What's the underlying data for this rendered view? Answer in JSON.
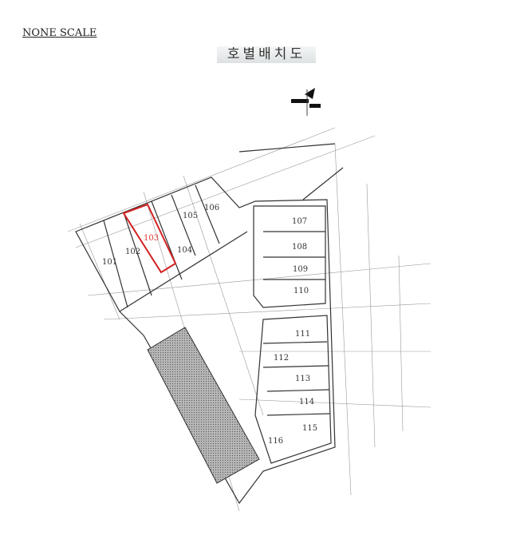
{
  "header": {
    "scale_note": "NONE SCALE",
    "title": "호별배치도"
  },
  "units": [
    {
      "label": "101"
    },
    {
      "label": "102"
    },
    {
      "label": "103",
      "highlighted": true
    },
    {
      "label": "104"
    },
    {
      "label": "105"
    },
    {
      "label": "106"
    },
    {
      "label": "107"
    },
    {
      "label": "108"
    },
    {
      "label": "109"
    },
    {
      "label": "110"
    },
    {
      "label": "111"
    },
    {
      "label": "112"
    },
    {
      "label": "113"
    },
    {
      "label": "114"
    },
    {
      "label": "115"
    },
    {
      "label": "116"
    }
  ],
  "colors": {
    "highlight": "#d32020",
    "lines": "#333333",
    "hatch": "#8a8a8a"
  }
}
